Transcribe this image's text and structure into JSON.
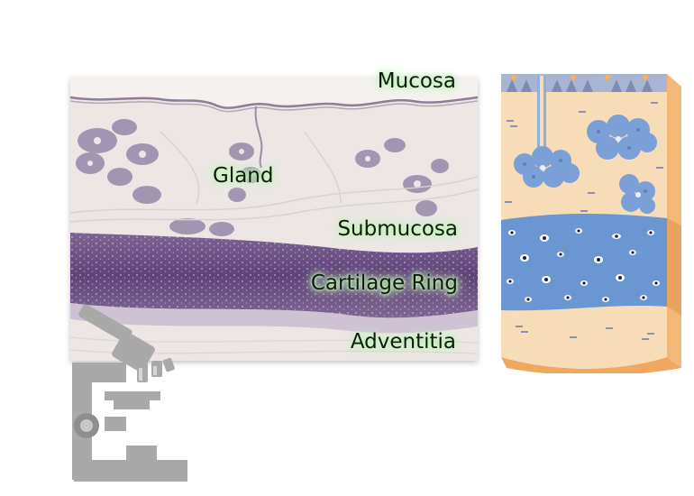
{
  "labels": {
    "mucosa": "Mucosa",
    "gland": "Gland",
    "submucosa": "Submucosa",
    "cartilage": "Cartilage Ring",
    "adventitia": "Adventitia"
  },
  "colors": {
    "tissue_background": "#ece6e4",
    "cartilage_purple": "#6a4f84",
    "gland_purple": "#8a7aa0",
    "label_glow": "#b9f3b0",
    "schematic_tissue": "#f7dcb8",
    "schematic_cartilage": "#6a97d1",
    "schematic_edge": "#f2b878",
    "schematic_gland": "#7ba0d8",
    "microscope_gray": "#a9a9a9"
  },
  "icons": {
    "microscope": "microscope-icon"
  }
}
